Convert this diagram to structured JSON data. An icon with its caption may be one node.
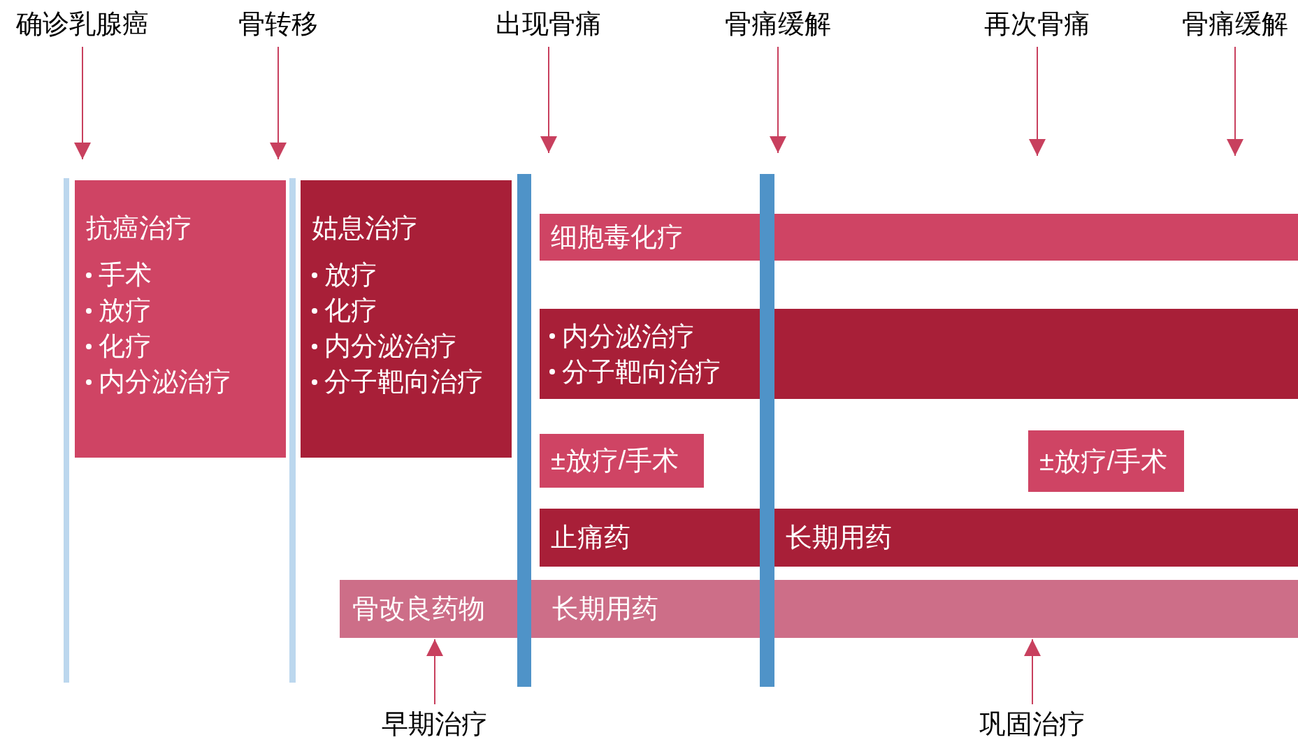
{
  "diagram": {
    "nodes": [
      {
        "text": [
          "确诊乳腺癌"
        ]
      },
      {
        "text": [
          "骨转移"
        ]
      },
      {
        "text": [
          "出现骨痛"
        ]
      },
      {
        "text": [
          "骨痛缓解"
        ]
      },
      {
        "text": [
          "再次骨痛"
        ]
      },
      {
        "text": [
          "骨痛缓解"
        ]
      },
      {
        "text": [
          "抗癌治疗",
          "手术",
          "放疗",
          "化疗",
          "内分泌治疗"
        ]
      },
      {
        "text": [
          "姑息治疗",
          "放疗",
          "化疗",
          "内分泌治疗",
          "分子靶向治疗"
        ]
      },
      {
        "text": [
          "细胞毒化疗"
        ]
      },
      {
        "text": [
          "内分泌治疗",
          "分子靶向治疗"
        ]
      },
      {
        "text": [
          "±放疗/手术"
        ]
      },
      {
        "text": [
          "±放疗/手术"
        ]
      },
      {
        "text": [
          "止痛药"
        ]
      },
      {
        "text": [
          "长期用药"
        ]
      },
      {
        "text": [
          "骨改良药物",
          "长期用药"
        ]
      },
      {
        "text": [
          "早期治疗"
        ]
      },
      {
        "text": [
          "巩固治疗"
        ]
      },
      {
        "text": [],
        "shape": "bar"
      },
      {
        "text": [],
        "shape": "bar"
      },
      {
        "text": [],
        "shape": "bar"
      },
      {
        "text": [],
        "shape": "bar"
      }
    ],
    "edges": [
      {
        "from": 0,
        "to": 6,
        "arrow": "to"
      },
      {
        "from": 1,
        "to": 6,
        "arrow": "to"
      },
      {
        "from": 2,
        "to": 19,
        "arrow": "to"
      },
      {
        "from": 3,
        "to": 20,
        "arrow": "to"
      },
      {
        "from": 4,
        "to": null,
        "arrow": "to"
      },
      {
        "from": 5,
        "to": null,
        "arrow": "to"
      },
      {
        "from": 15,
        "to": 14,
        "arrow": "to"
      },
      {
        "from": 16,
        "to": 14,
        "arrow": "to"
      }
    ]
  }
}
